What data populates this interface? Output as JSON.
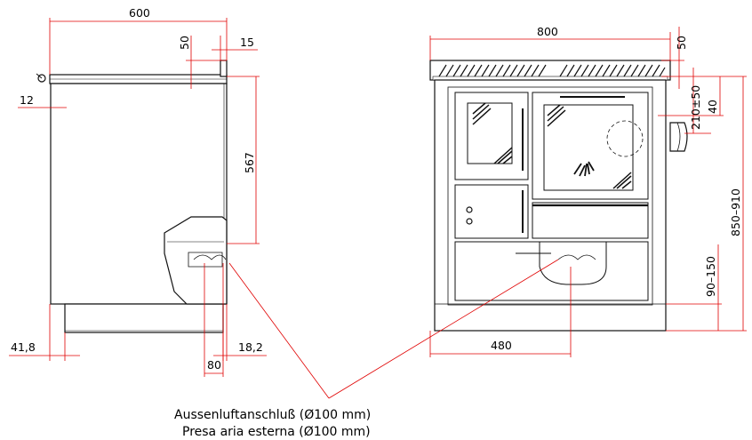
{
  "side_view": {
    "depth_total": "600",
    "top_offset": "50",
    "rail": "15",
    "left_offset": "12",
    "height_inner": "567",
    "foot_left": "41,8",
    "foot_right": "18,2",
    "duct_width": "80"
  },
  "front_view": {
    "width_total": "800",
    "top_offset": "50",
    "top_40": "40",
    "flue_height": "210±50",
    "total_height": "850–910",
    "plinth_height": "90–150",
    "duct_offset": "480"
  },
  "caption": {
    "line1": "Aussenluftanschluß (Ø100 mm)",
    "line2": "Presa aria esterna (Ø100 mm)"
  },
  "colors": {
    "line": "#000000",
    "dim_line": "#e00000",
    "ink": "#222222"
  }
}
